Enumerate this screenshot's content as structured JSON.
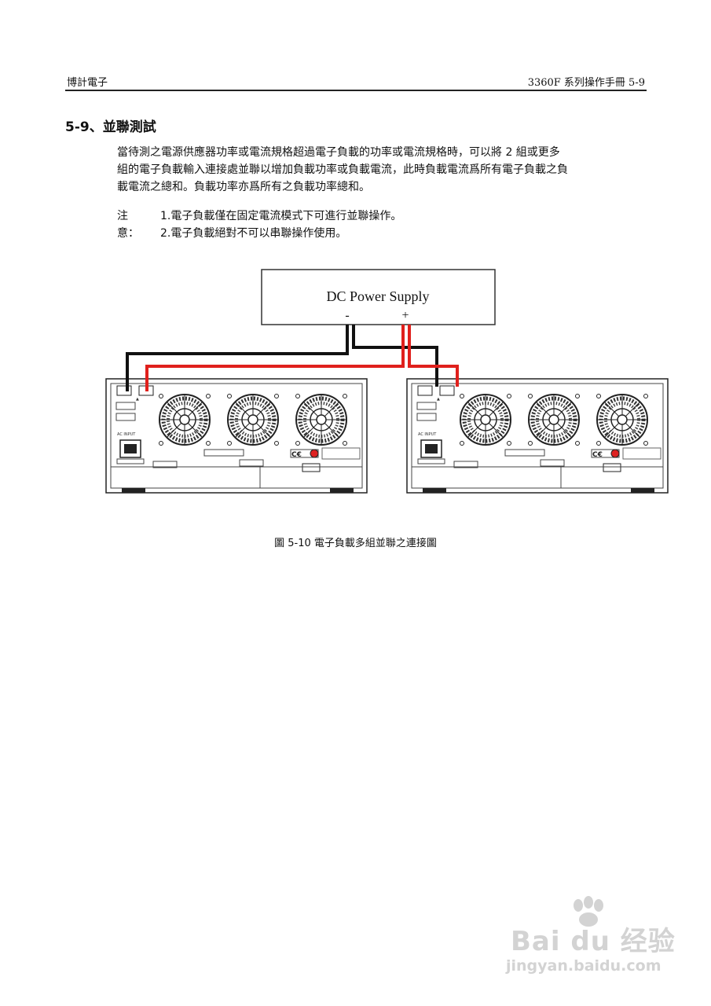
{
  "header": {
    "company": "博計電子",
    "manual_ref": "3360F  系列操作手冊    5-9"
  },
  "section": {
    "title": "5-9、並聯測試",
    "paragraph_lines": [
      "當待測之電源供應器功率或電流規格超過電子負載的功率或電流規格時，可以將  2  組或更多",
      "組的電子負載輸入連接處並聯以增加負載功率或負載電流，此時負載電流爲所有電子負載之負",
      "載電流之總和。負載功率亦爲所有之負載功率總和。"
    ]
  },
  "note": {
    "label": "注意：",
    "items": [
      "1.電子負載僅在固定電流模式下可進行並聯操作。",
      "2.電子負載絕對不可以串聯操作使用。"
    ]
  },
  "diagram": {
    "power_supply_label": "DC Power Supply",
    "minus_label": "-",
    "plus_label": "+",
    "colors": {
      "negative_wire": "#111111",
      "positive_wire": "#e0201c"
    }
  },
  "caption": "圖  5-10  電子負載多組並聯之連接圖",
  "watermark": {
    "logo_text": "Bai du 经验",
    "url": "jingyan.baidu.com"
  }
}
